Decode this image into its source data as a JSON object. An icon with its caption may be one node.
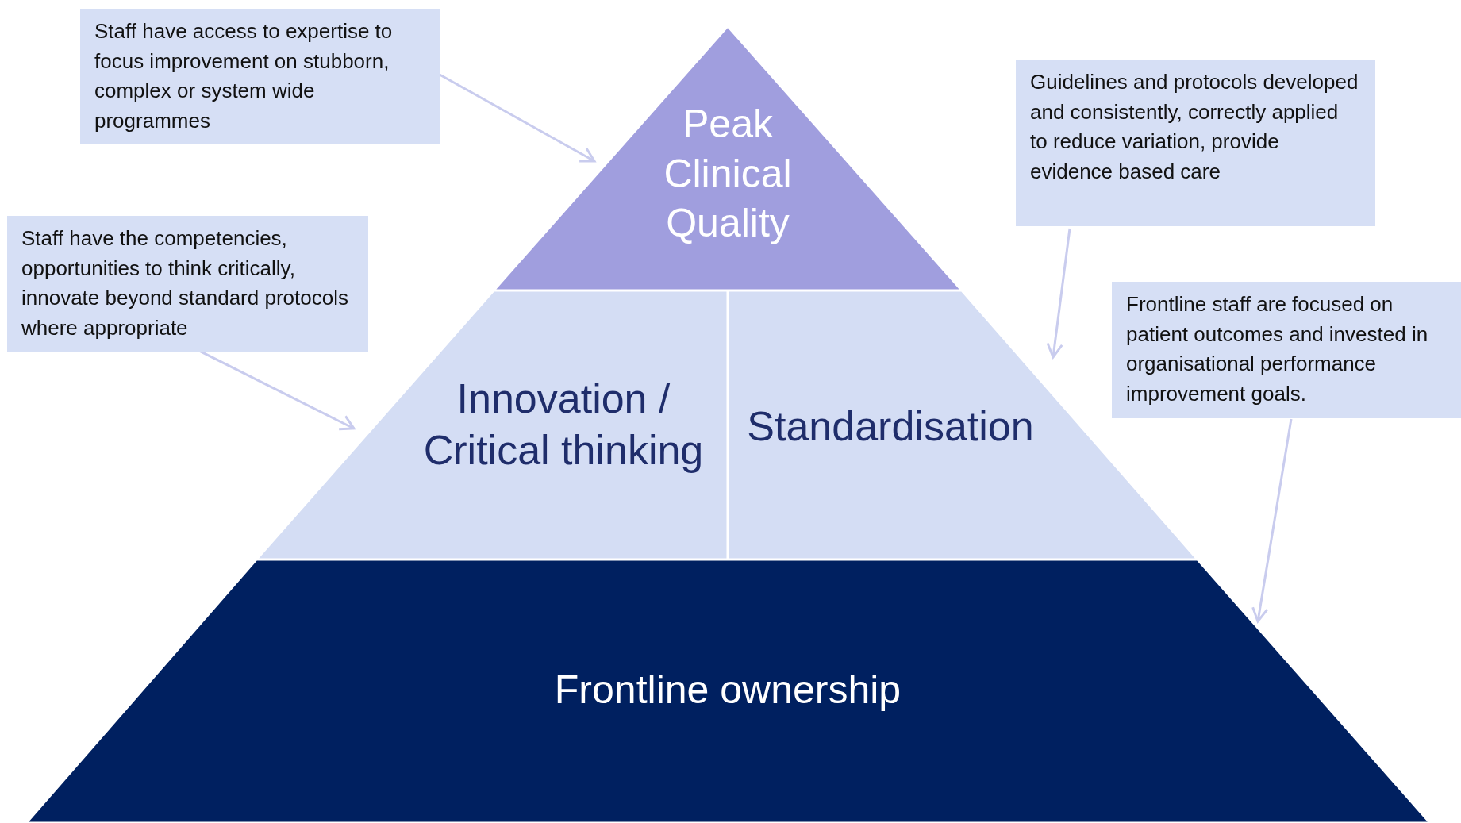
{
  "diagram": {
    "nodes": [
      {
        "text": [
          "Peak Clinical Quality"
        ]
      },
      {
        "text": [
          "Innovation / Critical thinking"
        ]
      },
      {
        "text": [
          "Standardisation"
        ]
      },
      {
        "text": [
          "Frontline ownership"
        ]
      },
      {
        "text": [
          "Staff have access to expertise to focus improvement on stubborn, complex or system wide programmes"
        ]
      },
      {
        "text": [
          "Guidelines and protocols developed and consistently, correctly applied to reduce variation, provide evidence based care"
        ]
      },
      {
        "text": [
          "Staff have the competencies, opportunities to think critically, innovate beyond standard protocols where appropriate"
        ]
      },
      {
        "text": [
          "Frontline staff are focused on patient outcomes and invested in organisational performance improvement goals."
        ]
      }
    ],
    "edges": [
      {
        "from": 4,
        "to": 0,
        "arrow": "to"
      },
      {
        "from": 6,
        "to": 1,
        "arrow": "to"
      },
      {
        "from": 5,
        "to": 2,
        "arrow": "to"
      },
      {
        "from": 7,
        "to": 3,
        "arrow": "to"
      }
    ]
  }
}
